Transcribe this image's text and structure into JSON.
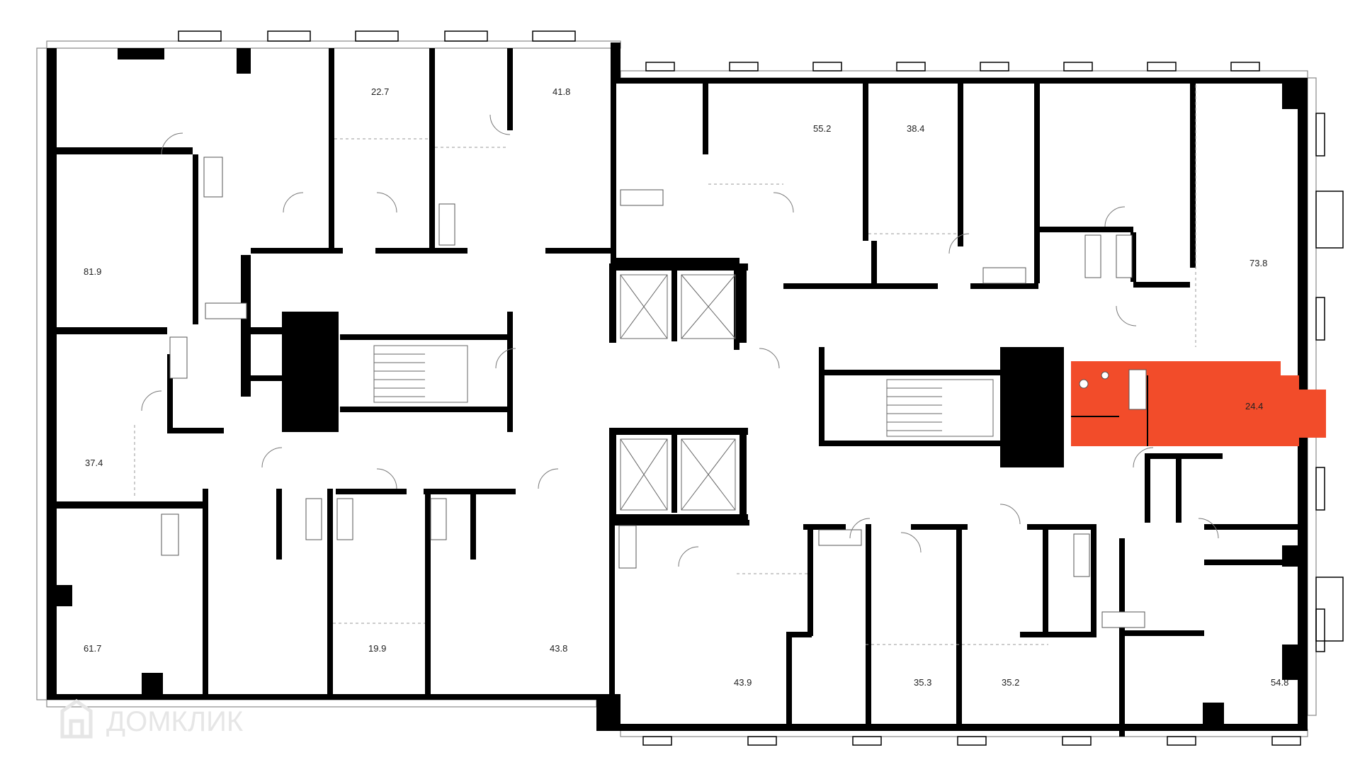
{
  "plan": {
    "highlight_color": "#f24c2a",
    "wall_color": "#000000",
    "highlighted_apartment": {
      "area": "24.4"
    },
    "apartments": [
      {
        "id": "apt-81-9",
        "area": "81.9"
      },
      {
        "id": "apt-22-7",
        "area": "22.7"
      },
      {
        "id": "apt-41-8",
        "area": "41.8"
      },
      {
        "id": "apt-55-2",
        "area": "55.2"
      },
      {
        "id": "apt-38-4",
        "area": "38.4"
      },
      {
        "id": "apt-73-8",
        "area": "73.8"
      },
      {
        "id": "apt-24-4",
        "area": "24.4"
      },
      {
        "id": "apt-37-4",
        "area": "37.4"
      },
      {
        "id": "apt-61-7",
        "area": "61.7"
      },
      {
        "id": "apt-19-9",
        "area": "19.9"
      },
      {
        "id": "apt-43-8",
        "area": "43.8"
      },
      {
        "id": "apt-43-9",
        "area": "43.9"
      },
      {
        "id": "apt-35-3",
        "area": "35.3"
      },
      {
        "id": "apt-35-2",
        "area": "35.2"
      },
      {
        "id": "apt-54-8",
        "area": "54.8"
      }
    ]
  },
  "watermark": {
    "text": "ДОМКЛИК",
    "icon": "domclick-logo-icon"
  }
}
